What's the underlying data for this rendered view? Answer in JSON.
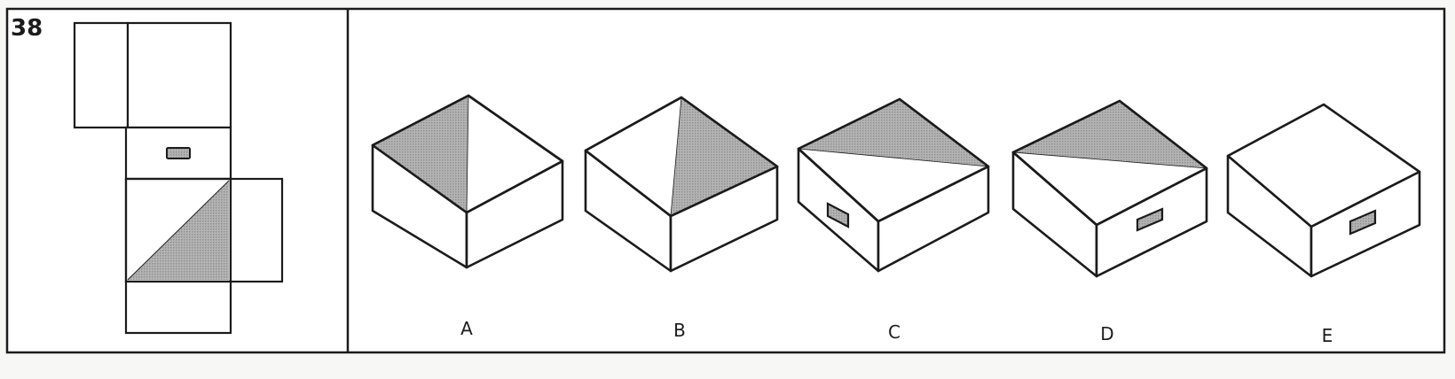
{
  "question": {
    "number": "38"
  },
  "options": [
    {
      "letter": "A"
    },
    {
      "letter": "B"
    },
    {
      "letter": "C"
    },
    {
      "letter": "D"
    },
    {
      "letter": "E"
    }
  ],
  "colors": {
    "ink": "#1b1b1b",
    "paper": "#ffffff",
    "shade": "#a9a9a9"
  }
}
